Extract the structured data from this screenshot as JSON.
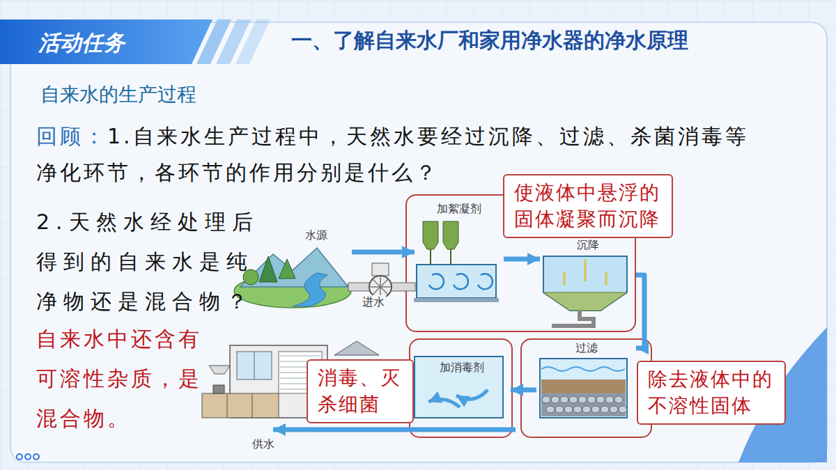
{
  "diagram": {
    "title": "一、了解自来水厂和家用净水器的净水原理",
    "nodes": [
      {
        "text": [
          "水源"
        ]
      },
      {
        "text": [
          "加絮凝剂"
        ]
      },
      {
        "text": [
          "沉降"
        ]
      },
      {
        "text": [
          "过滤"
        ]
      },
      {
        "text": [
          "加消毒剂"
        ]
      },
      {
        "text": [
          "使液体中悬浮的固体凝聚而沉降"
        ]
      },
      {
        "text": [
          "除去液体中的不溶性固体"
        ]
      },
      {
        "text": [
          "消毒、灭杀细菌"
        ]
      }
    ],
    "edges": [
      {
        "from": 0,
        "to": 1,
        "arrow": "to",
        "label": "进水"
      },
      {
        "from": 1,
        "to": 2,
        "arrow": "to"
      },
      {
        "from": 2,
        "to": 3,
        "arrow": "to"
      },
      {
        "from": 3,
        "to": 4,
        "arrow": "to"
      }
    ],
    "labels": [
      "活动任务",
      "自来水的生产过程",
      "回顾：",
      "1.自来水生产过程中，天然水要经过沉降、过滤、杀菌消毒等净化环节，各环节的作用分别是什么？",
      "2.天然水经处理后得到的自来水是纯净物还是混合物？",
      "自来水中还含有可溶性杂质，是混合物。",
      "供水"
    ]
  }
}
